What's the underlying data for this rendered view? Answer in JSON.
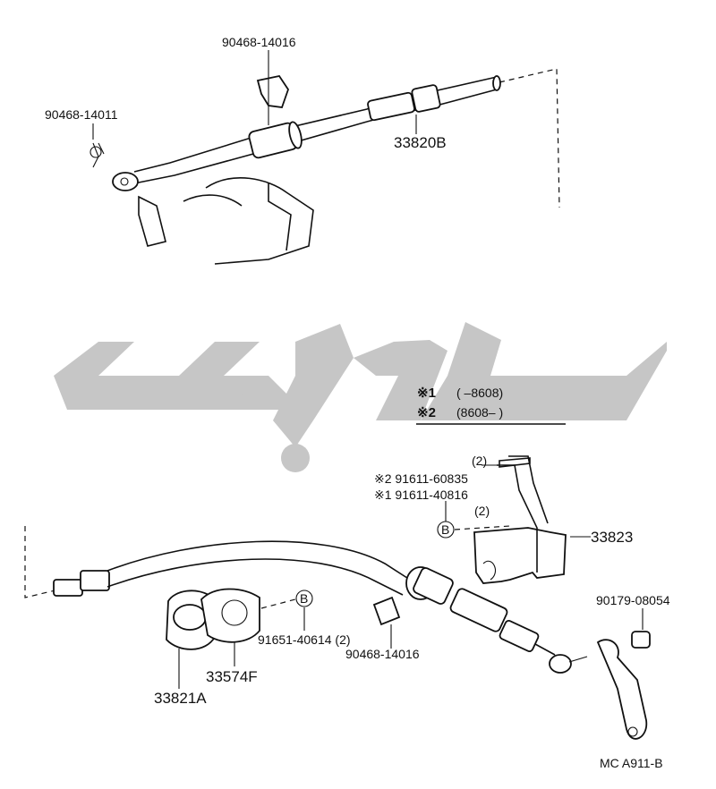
{
  "diagram": {
    "parts": {
      "clip_top": "90468-14016",
      "pin_top": "90468-14011",
      "cable_top": "33820B",
      "note_line1_mark": "※1",
      "note_line1_range": "(        –8608)",
      "note_line2_mark": "※2",
      "note_line2_range": "(8608–         )",
      "qty_a": "(2)",
      "bolt_2": "※2 91611-60835",
      "bolt_1": "※1 91611-40816",
      "qty_b": "(2)",
      "bracket": "33823",
      "nut": "90179-08054",
      "bolt_b": "91651-40614 (2)",
      "clip_bottom": "90468-14016",
      "gasket": "33574F",
      "retainer": "33821A",
      "ref_code": "MC  A911-B",
      "callout_b": "B"
    },
    "watermark": {
      "color": "#c6c6c6"
    }
  }
}
